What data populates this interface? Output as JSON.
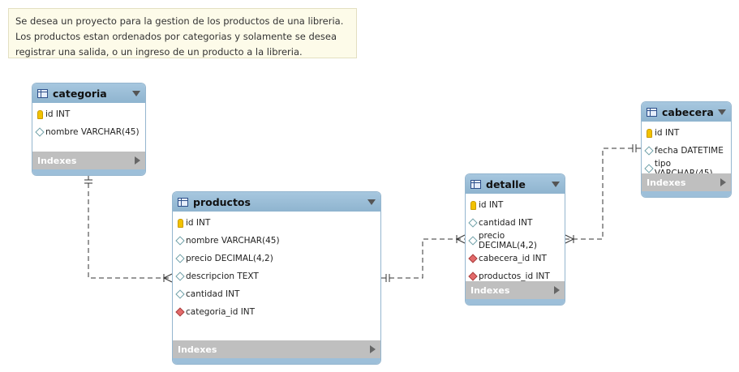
{
  "note": {
    "text": "Se desea un proyecto para la gestion de los productos de una libreria. Los productos estan ordenados por categorias y solamente se desea registrar una salida, o un ingreso de un producto a la libreria."
  },
  "tables": {
    "categoria": {
      "name": "categoria",
      "columns": [
        {
          "label": "id INT",
          "kind": "key-icon"
        },
        {
          "label": "nombre VARCHAR(45)",
          "kind": "column-icon"
        }
      ],
      "indexes_label": "Indexes"
    },
    "productos": {
      "name": "productos",
      "columns": [
        {
          "label": "id INT",
          "kind": "key-icon"
        },
        {
          "label": "nombre VARCHAR(45)",
          "kind": "column-icon"
        },
        {
          "label": "precio DECIMAL(4,2)",
          "kind": "column-icon"
        },
        {
          "label": "descripcion TEXT",
          "kind": "column-icon"
        },
        {
          "label": "cantidad INT",
          "kind": "column-icon"
        },
        {
          "label": "categoria_id INT",
          "kind": "foreign-key-icon"
        }
      ],
      "indexes_label": "Indexes"
    },
    "detalle": {
      "name": "detalle",
      "columns": [
        {
          "label": "id INT",
          "kind": "key-icon"
        },
        {
          "label": "cantidad INT",
          "kind": "column-icon"
        },
        {
          "label": "precio DECIMAL(4,2)",
          "kind": "column-icon"
        },
        {
          "label": "cabecera_id INT",
          "kind": "foreign-key-icon"
        },
        {
          "label": "productos_id INT",
          "kind": "foreign-key-icon"
        }
      ],
      "indexes_label": "Indexes"
    },
    "cabecera": {
      "name": "cabecera",
      "columns": [
        {
          "label": "id INT",
          "kind": "key-icon"
        },
        {
          "label": "fecha DATETIME",
          "kind": "column-icon"
        },
        {
          "label": "tipo VARCHAR(45)",
          "kind": "column-icon"
        }
      ],
      "indexes_label": "Indexes"
    }
  },
  "relationships": [
    {
      "from": "categoria",
      "to": "productos",
      "cardinality": "one-to-many"
    },
    {
      "from": "productos",
      "to": "detalle",
      "cardinality": "one-to-many"
    },
    {
      "from": "cabecera",
      "to": "detalle",
      "cardinality": "one-to-many"
    }
  ]
}
